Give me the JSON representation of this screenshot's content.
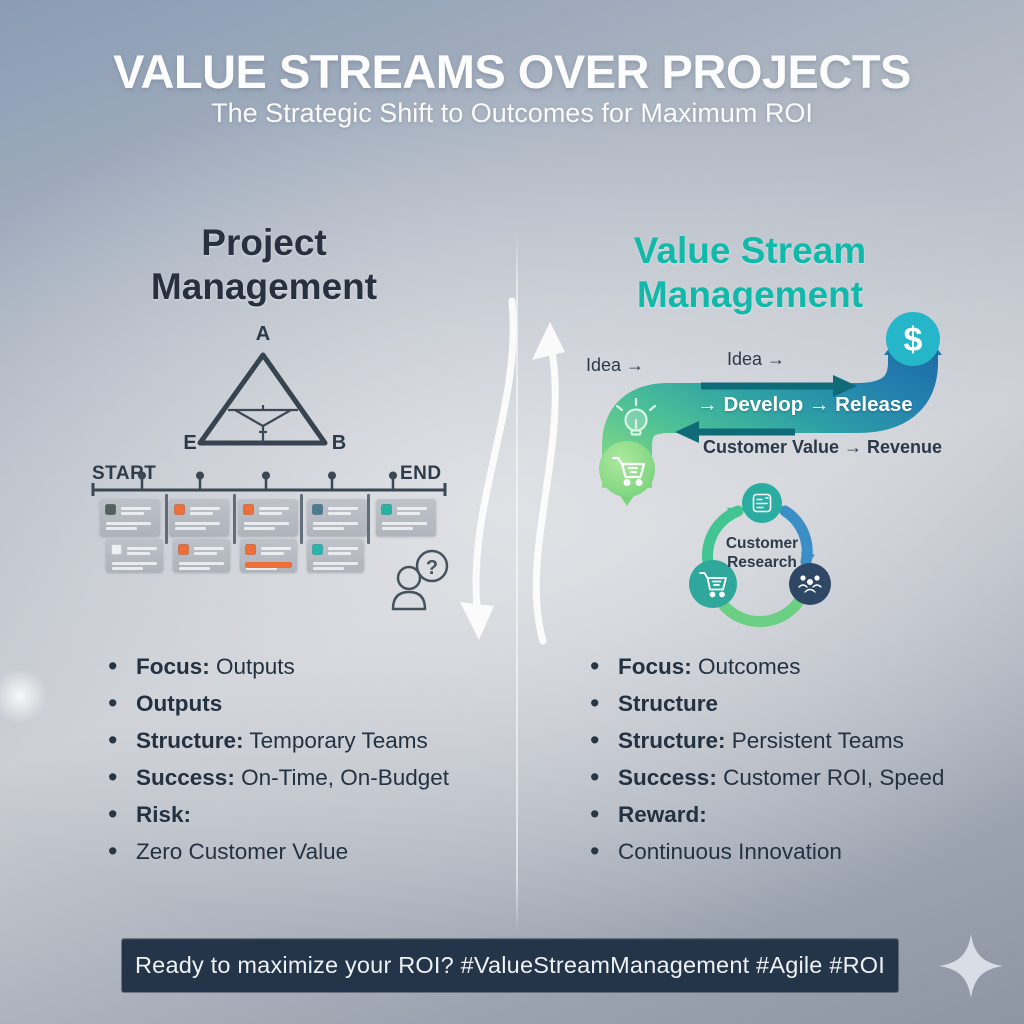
{
  "header": {
    "title": "VALUE STREAMS OVER PROJECTS",
    "subtitle": "The Strategic Shift to Outcomes for Maximum ROI"
  },
  "left_column": {
    "heading": "Project Management",
    "triangle_labels": {
      "top": "A",
      "bottom_left": "E",
      "bottom_right": "B"
    },
    "timeline": {
      "start_label": "START",
      "end_label": "END",
      "cards": [
        {
          "row": 1,
          "icon_color": "#53605e"
        },
        {
          "row": 1,
          "icon_color": "#ee6f3a"
        },
        {
          "row": 1,
          "icon_color": "#ee6f3a"
        },
        {
          "row": 1,
          "icon_color": "#4a7b8f"
        },
        {
          "row": 1,
          "icon_color": "#27b2a4"
        },
        {
          "row": 2,
          "icon_color": "#eef1f3"
        },
        {
          "row": 2,
          "icon_color": "#ee6f3a"
        },
        {
          "row": 2,
          "icon_color": "#ee6f3a",
          "highlight_bar": "#ee6f3a"
        },
        {
          "row": 2,
          "icon_color": "#2ab5ac"
        }
      ]
    }
  },
  "right_column": {
    "heading": "Value Stream Management",
    "flow": {
      "idea_label_left": "Idea →",
      "idea_label_top": "Idea →",
      "stream_label": "→ Develop → Release",
      "value_label": "Customer Value → Revenue",
      "dollar_symbol": "$"
    },
    "cycle": {
      "center_label": "Customer Research"
    }
  },
  "bullets": {
    "left": [
      {
        "label": "Focus:",
        "text": " Outputs"
      },
      {
        "label": "Outputs",
        "text": ""
      },
      {
        "label": "Structure:",
        "text": " Temporary Teams"
      },
      {
        "label": "Success:",
        "text": " On-Time, On-Budget"
      },
      {
        "label": "Risk:",
        "text": ""
      },
      {
        "label": "",
        "text": "Zero Customer Value"
      }
    ],
    "right": [
      {
        "label": "Focus:",
        "text": " Outcomes"
      },
      {
        "label": "Structure",
        "text": ""
      },
      {
        "label": "Structure:",
        "text": " Persistent Teams"
      },
      {
        "label": "Success:",
        "text": " Customer ROI, Speed"
      },
      {
        "label": "Reward:",
        "text": ""
      },
      {
        "label": "",
        "text": "Continuous Innovation"
      }
    ]
  },
  "footer": {
    "cta": "Ready to maximize your ROI? #ValueStreamManagement #Agile #ROI"
  },
  "colors": {
    "accent_teal": "#11b9aa",
    "heading_dark": "#27303f",
    "banner_bg": "#243449",
    "orange": "#ee6f3a",
    "ribbon_green": "#8bdc82",
    "ribbon_blue": "#1d6ca4",
    "dollar_circle": "#25b7c9",
    "cycle_navy": "#2e4765"
  }
}
